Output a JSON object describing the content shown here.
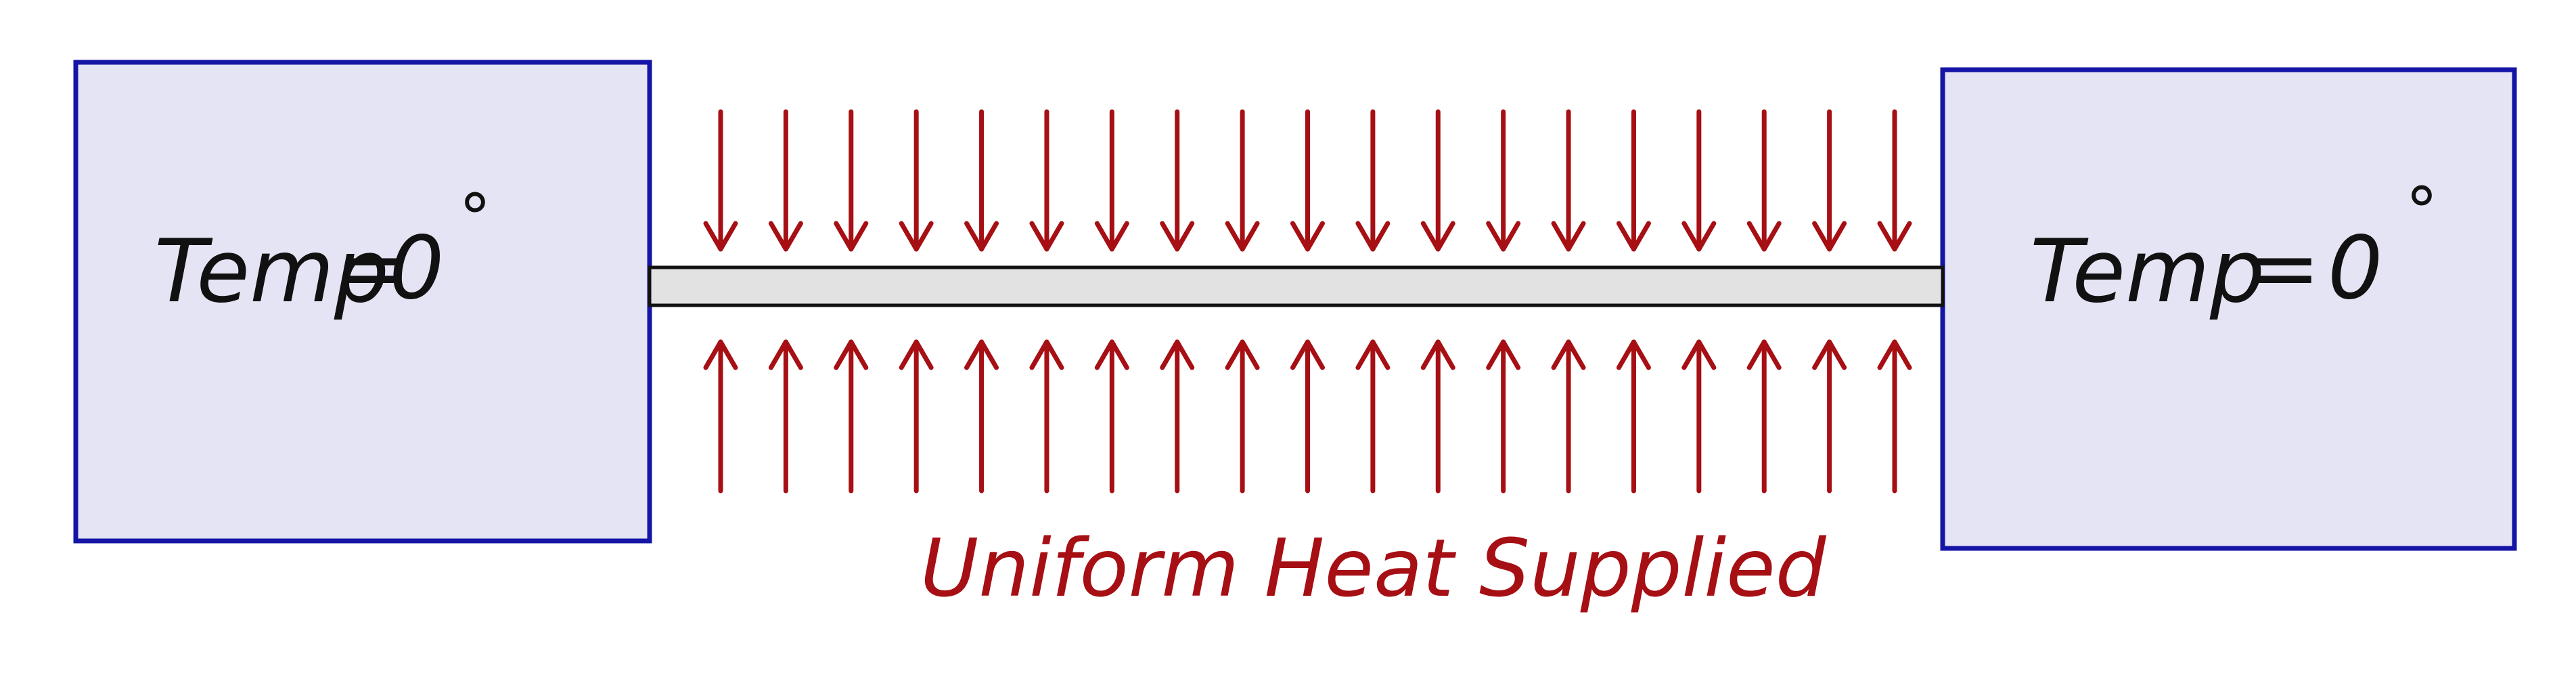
{
  "left_block": {
    "label_text": "Temp",
    "equals_sign": "=",
    "value_text": "0",
    "degree_symbol": "°"
  },
  "right_block": {
    "label_text": "Temp",
    "equals_sign": "=",
    "value_text": "0",
    "degree_symbol": "°"
  },
  "caption": "Uniform Heat Supplied",
  "colors": {
    "block_fill": "#e4e4f4",
    "block_border": "#1414a6",
    "rod_fill": "#e2e2e2",
    "rod_border": "#111111",
    "arrow": "#a60f14",
    "caption": "#a60f14",
    "label": "#111111"
  },
  "arrows": {
    "top_count": 19,
    "bottom_count": 19,
    "direction_top": "down",
    "direction_bottom": "up"
  }
}
